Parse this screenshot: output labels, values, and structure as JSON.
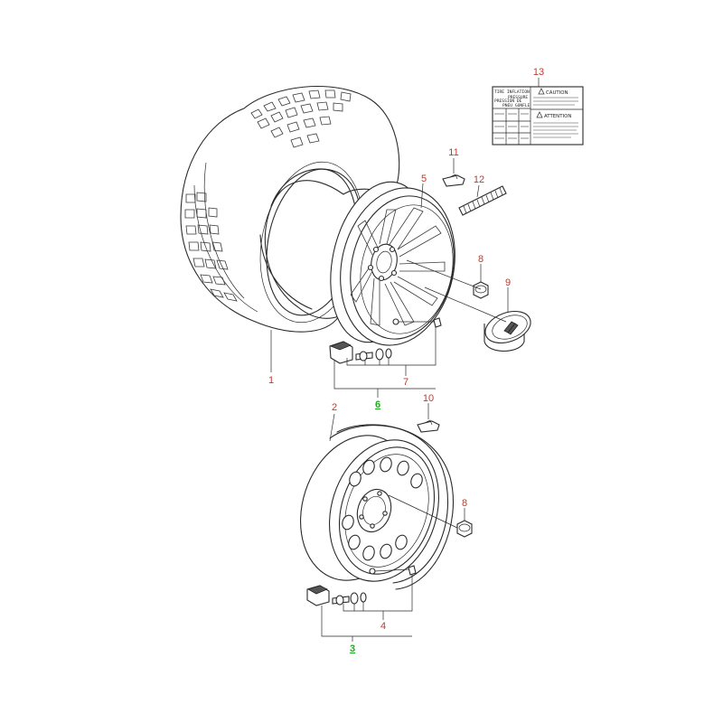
{
  "callouts": {
    "c1": "1",
    "c2": "2",
    "c3": "3",
    "c4": "4",
    "c5": "5",
    "c6": "6",
    "c7": "7",
    "c8a": "8",
    "c8b": "8",
    "c9": "9",
    "c10": "10",
    "c11": "11",
    "c12": "12",
    "c13": "13"
  },
  "label": {
    "line1": "TIRE INFLATION",
    "line2": "PRESSURE",
    "line3": "PRESSION DE",
    "line4": "PNEU GONFLE",
    "caution": "CAUTION",
    "attention": "ATTENTION"
  },
  "colors": {
    "callout": "#c0392b",
    "assembly_callout": "#22aa22",
    "line": "#2a2a2a"
  }
}
